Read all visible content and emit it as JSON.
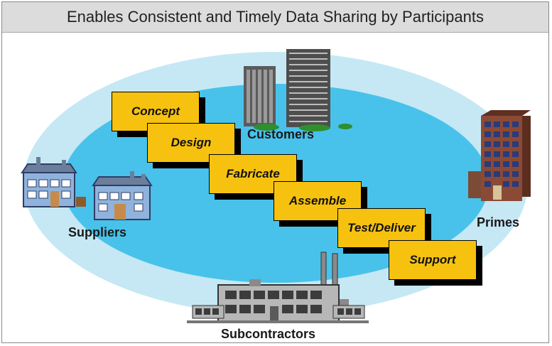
{
  "title": "Enables Consistent and Timely Data Sharing by Participants",
  "participants": {
    "customers": "Customers",
    "suppliers": "Suppliers",
    "primes": "Primes",
    "subcontractors": "Subcontractors"
  },
  "phases": [
    "Concept",
    "Design",
    "Fabricate",
    "Assemble",
    "Test/Deliver",
    "Support"
  ],
  "colors": {
    "ring_outer": "#c5e8f4",
    "ring_inner": "#48c2ea",
    "phase_fill": "#f6c20f",
    "title_bg": "#dcdcdc"
  },
  "icons": {
    "customers": "office-towers-icon",
    "suppliers": "factory-icon",
    "primes": "brick-building-icon",
    "subcontractors": "industrial-plant-icon"
  }
}
